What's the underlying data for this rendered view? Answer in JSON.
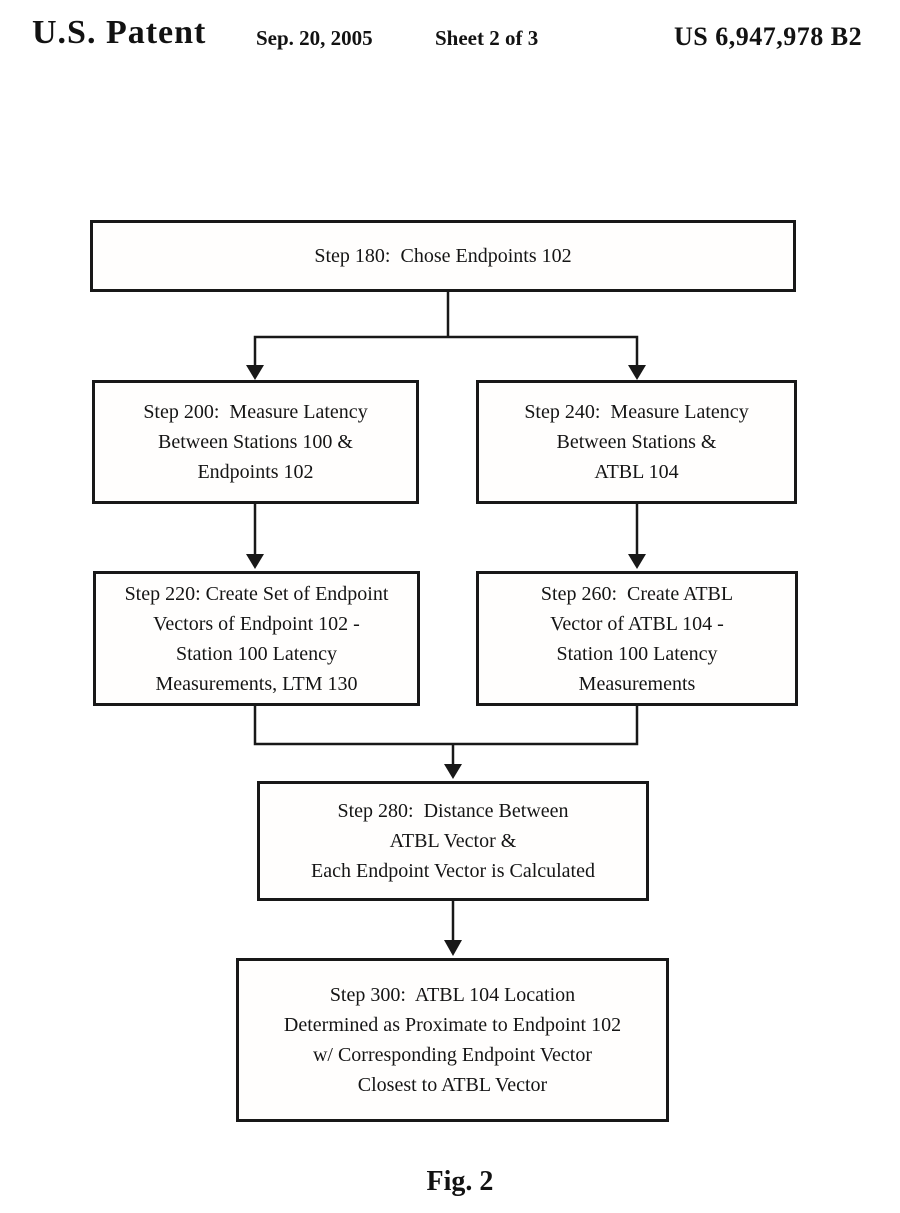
{
  "header": {
    "patent_label": "U.S. Patent",
    "date": "Sep. 20, 2005",
    "sheet": "Sheet 2 of 3",
    "number": "US 6,947,978 B2"
  },
  "flowchart": {
    "boxes": [
      {
        "id": "step-180",
        "lines": [
          "Step 180:  Chose Endpoints 102"
        ]
      },
      {
        "id": "step-200",
        "lines": [
          "Step 200:  Measure Latency",
          "Between Stations 100 &",
          "Endpoints 102"
        ]
      },
      {
        "id": "step-240",
        "lines": [
          "Step 240:  Measure Latency",
          "Between Stations &",
          "ATBL 104"
        ]
      },
      {
        "id": "step-220",
        "lines": [
          "Step 220: Create Set of Endpoint",
          "Vectors of Endpoint 102 -",
          "Station 100 Latency",
          "Measurements, LTM 130"
        ]
      },
      {
        "id": "step-260",
        "lines": [
          "Step 260:  Create ATBL",
          "Vector of ATBL 104 -",
          "Station 100 Latency",
          "Measurements"
        ]
      },
      {
        "id": "step-280",
        "lines": [
          "Step 280:  Distance Between",
          "ATBL Vector &",
          "Each Endpoint Vector is Calculated"
        ]
      },
      {
        "id": "step-300",
        "lines": [
          "Step 300:  ATBL 104 Location",
          "Determined as Proximate to Endpoint 102",
          "w/ Corresponding Endpoint Vector",
          "Closest to ATBL Vector"
        ]
      }
    ]
  },
  "caption": "Fig. 2",
  "colors": {
    "ink": "#151515",
    "paper": "#ffffff"
  }
}
